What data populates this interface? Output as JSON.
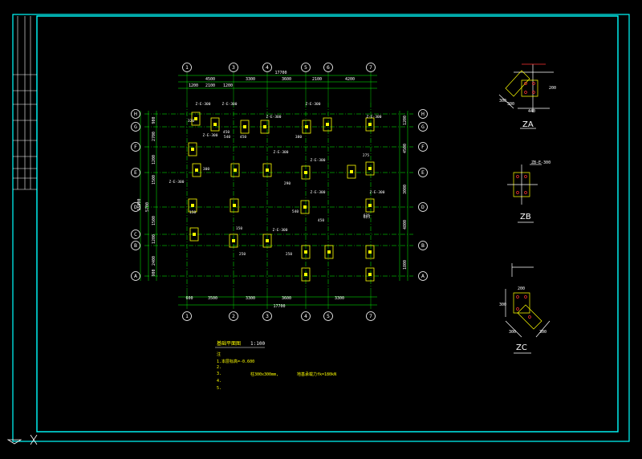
{
  "colors": {
    "background": "#000000",
    "border": "#00ffff",
    "gridline": "#00ff00",
    "bubble": "#ffffff",
    "column": "#ffff00",
    "text_white": "#ffffff",
    "text_yellow": "#ffff00"
  },
  "axes": {
    "top_numbers": [
      "1",
      "3",
      "4",
      "5",
      "6",
      "7"
    ],
    "bottom_numbers": [
      "1",
      "2",
      "3",
      "4",
      "5",
      "7"
    ],
    "left_letters": [
      "H",
      "G",
      "F",
      "E",
      "D",
      "C",
      "B",
      "A"
    ],
    "right_letters": [
      "H",
      "G",
      "F",
      "E",
      "D",
      "B",
      "A"
    ]
  },
  "dimensions": {
    "top_total": "17700",
    "top_row1": [
      "4500",
      "3300",
      "3600",
      "2100",
      "4200"
    ],
    "top_row2": [
      "1200",
      "2100",
      "1200"
    ],
    "bottom_total": "17700",
    "bottom_row": [
      "600",
      "3500",
      "3300",
      "3600",
      "3300"
    ],
    "left_total": "15500",
    "left_sub": [
      "5700"
    ],
    "left_row": [
      "900",
      "2700",
      "1200",
      "1500",
      "1500",
      "1200",
      "2400",
      "900"
    ],
    "right_row": [
      "1200",
      "4500",
      "3000",
      "4800",
      "1800"
    ]
  },
  "column_labels": [
    "Z-E-300",
    "Z-E-300",
    "Z-E-300",
    "Z-E-300",
    "Z-E-300",
    "Z-E-300",
    "Z-E-300",
    "Z-E-300",
    "Z-E-300",
    "Z-E-300",
    "Z-E-300",
    "Z-E-300"
  ],
  "plan_numbers": [
    "320",
    "450",
    "540",
    "450",
    "380",
    "290",
    "275",
    "625",
    "300",
    "540",
    "150",
    "625",
    "450",
    "250",
    "250",
    "150"
  ],
  "notes": {
    "title": "基础平面图",
    "scale": "1:100",
    "heading": "注",
    "lines": [
      "1.本层标高=-0.600",
      "2.",
      "3.",
      "4.",
      "5."
    ],
    "line3_extra": "柱300x300mm,",
    "line3_extra2": "地基承载力fk=180kN"
  },
  "details": {
    "za_label": "ZA",
    "zb_label": "ZB",
    "zc_label": "ZC",
    "za_dims": [
      "300",
      "300",
      "440",
      "200"
    ],
    "zb_dims": [
      "ZB-E-300"
    ],
    "zc_dims": [
      "200",
      "300",
      "300",
      "300"
    ]
  }
}
